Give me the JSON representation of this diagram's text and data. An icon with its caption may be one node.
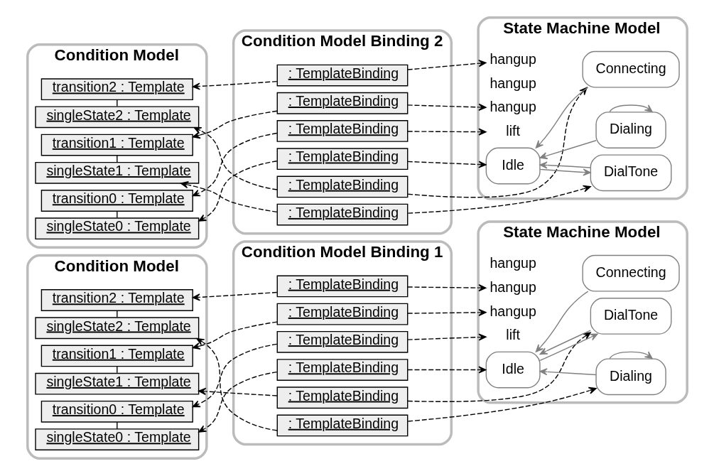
{
  "diagram": {
    "nodes": [
      {
        "text": [
          "Condition Model"
        ]
      },
      {
        "text": [
          "singleState0 : Template"
        ],
        "in": 0
      },
      {
        "text": [
          "transition0 : Template"
        ],
        "in": 0
      },
      {
        "text": [
          "singleState1 : Template"
        ],
        "in": 0
      },
      {
        "text": [
          "transition1 : Template"
        ],
        "in": 0
      },
      {
        "text": [
          "singleState2 : Template"
        ],
        "in": 0
      },
      {
        "text": [
          "transition2 : Template"
        ],
        "in": 0
      },
      {
        "text": [
          "Condition Model Binding 1"
        ]
      },
      {
        "text": [
          ": TemplateBinding"
        ],
        "in": 7
      },
      {
        "text": [
          ": TemplateBinding"
        ],
        "in": 7
      },
      {
        "text": [
          ": TemplateBinding"
        ],
        "in": 7
      },
      {
        "text": [
          ": TemplateBinding"
        ],
        "in": 7
      },
      {
        "text": [
          ": TemplateBinding"
        ],
        "in": 7
      },
      {
        "text": [
          ": TemplateBinding"
        ],
        "in": 7
      },
      {
        "text": [
          "State Machine Model"
        ]
      },
      {
        "text": [
          "Idle"
        ],
        "in": 14
      },
      {
        "text": [
          "DialTone"
        ],
        "in": 14
      },
      {
        "text": [
          "Dialing"
        ],
        "in": 14
      },
      {
        "text": [
          "Connecting"
        ],
        "in": 14
      },
      {
        "text": [
          "lift"
        ],
        "in": 14
      },
      {
        "text": [
          "hangup"
        ],
        "in": 14
      },
      {
        "text": [
          "hangup"
        ],
        "in": 14
      },
      {
        "text": [
          "hangup"
        ],
        "in": 14
      },
      {
        "text": [
          "Condition Model"
        ]
      },
      {
        "text": [
          "singleState0 : Template"
        ],
        "in": 23
      },
      {
        "text": [
          "transition0 : Template"
        ],
        "in": 23
      },
      {
        "text": [
          "singleState1 : Template"
        ],
        "in": 23
      },
      {
        "text": [
          "transition1 : Template"
        ],
        "in": 23
      },
      {
        "text": [
          "singleState2 : Template"
        ],
        "in": 23
      },
      {
        "text": [
          "transition2 : Template"
        ],
        "in": 23
      },
      {
        "text": [
          "Condition Model Binding 2"
        ]
      },
      {
        "text": [
          ": TemplateBinding"
        ],
        "in": 30
      },
      {
        "text": [
          ": TemplateBinding"
        ],
        "in": 30
      },
      {
        "text": [
          ": TemplateBinding"
        ],
        "in": 30
      },
      {
        "text": [
          ": TemplateBinding"
        ],
        "in": 30
      },
      {
        "text": [
          ": TemplateBinding"
        ],
        "in": 30
      },
      {
        "text": [
          ": TemplateBinding"
        ],
        "in": 30
      },
      {
        "text": [
          "State Machine Model"
        ]
      },
      {
        "text": [
          "Idle"
        ],
        "in": 37
      },
      {
        "text": [
          "DialTone"
        ],
        "in": 37
      },
      {
        "text": [
          "Dialing"
        ],
        "in": 37
      },
      {
        "text": [
          "Connecting"
        ],
        "in": 37
      },
      {
        "text": [
          "lift"
        ],
        "in": 37
      },
      {
        "text": [
          "hangup"
        ],
        "in": 37
      },
      {
        "text": [
          "hangup"
        ],
        "in": 37
      },
      {
        "text": [
          "hangup"
        ],
        "in": 37
      }
    ],
    "edges": [
      {
        "from": 1,
        "to": 2,
        "arrow": "none"
      },
      {
        "from": 3,
        "to": 4,
        "arrow": "none"
      },
      {
        "from": 5,
        "to": 6,
        "arrow": "none"
      },
      {
        "from": 8,
        "to": 1,
        "arrow": "to",
        "style": "dashed"
      },
      {
        "from": 9,
        "to": 2,
        "arrow": "to",
        "style": "dashed"
      },
      {
        "from": 10,
        "to": 3,
        "arrow": "to",
        "style": "dashed"
      },
      {
        "from": 11,
        "to": 4,
        "arrow": "to",
        "style": "dashed"
      },
      {
        "from": 12,
        "to": 5,
        "arrow": "to",
        "style": "dashed"
      },
      {
        "from": 13,
        "to": 6,
        "arrow": "to",
        "style": "dashed"
      },
      {
        "from": 8,
        "to": 15,
        "arrow": "to",
        "style": "dashed"
      },
      {
        "from": 9,
        "to": 19,
        "arrow": "to",
        "style": "dashed"
      },
      {
        "from": 10,
        "to": 16,
        "arrow": "to",
        "style": "dashed"
      },
      {
        "from": 11,
        "to": 20,
        "arrow": "to",
        "style": "dashed"
      },
      {
        "from": 12,
        "to": 17,
        "arrow": "to",
        "style": "dashed"
      },
      {
        "from": 13,
        "to": 21,
        "arrow": "to",
        "style": "dashed"
      },
      {
        "from": 15,
        "to": 16,
        "arrow": "to",
        "color": "#808080"
      },
      {
        "from": 16,
        "to": 15,
        "arrow": "to",
        "color": "#808080"
      },
      {
        "from": 17,
        "to": 15,
        "arrow": "to",
        "color": "#808080"
      },
      {
        "from": 18,
        "to": 15,
        "arrow": "to",
        "color": "#808080"
      },
      {
        "from": 17,
        "to": 17,
        "arrow": "to",
        "color": "#808080"
      },
      {
        "from": 24,
        "to": 25,
        "arrow": "none"
      },
      {
        "from": 26,
        "to": 27,
        "arrow": "none"
      },
      {
        "from": 28,
        "to": 29,
        "arrow": "none"
      },
      {
        "from": 31,
        "to": 24,
        "arrow": "to",
        "style": "dashed"
      },
      {
        "from": 32,
        "to": 25,
        "arrow": "to",
        "style": "dashed"
      },
      {
        "from": 33,
        "to": 26,
        "arrow": "to",
        "style": "dashed"
      },
      {
        "from": 34,
        "to": 27,
        "arrow": "to",
        "style": "dashed"
      },
      {
        "from": 35,
        "to": 28,
        "arrow": "to",
        "style": "dashed"
      },
      {
        "from": 36,
        "to": 29,
        "arrow": "to",
        "style": "dashed"
      },
      {
        "from": 31,
        "to": 38,
        "arrow": "to",
        "style": "dashed"
      },
      {
        "from": 32,
        "to": 42,
        "arrow": "to",
        "style": "dashed"
      },
      {
        "from": 33,
        "to": 39,
        "arrow": "to",
        "style": "dashed"
      },
      {
        "from": 34,
        "to": 43,
        "arrow": "to",
        "style": "dashed"
      },
      {
        "from": 35,
        "to": 41,
        "arrow": "to",
        "style": "dashed"
      },
      {
        "from": 36,
        "to": 45,
        "arrow": "to",
        "style": "dashed"
      },
      {
        "from": 38,
        "to": 39,
        "arrow": "to",
        "color": "#808080"
      },
      {
        "from": 39,
        "to": 38,
        "arrow": "to",
        "color": "#808080"
      },
      {
        "from": 40,
        "to": 38,
        "arrow": "to",
        "color": "#808080"
      },
      {
        "from": 41,
        "to": 38,
        "arrow": "to",
        "color": "#808080"
      },
      {
        "from": 40,
        "to": 40,
        "arrow": "to",
        "color": "#808080"
      }
    ]
  }
}
